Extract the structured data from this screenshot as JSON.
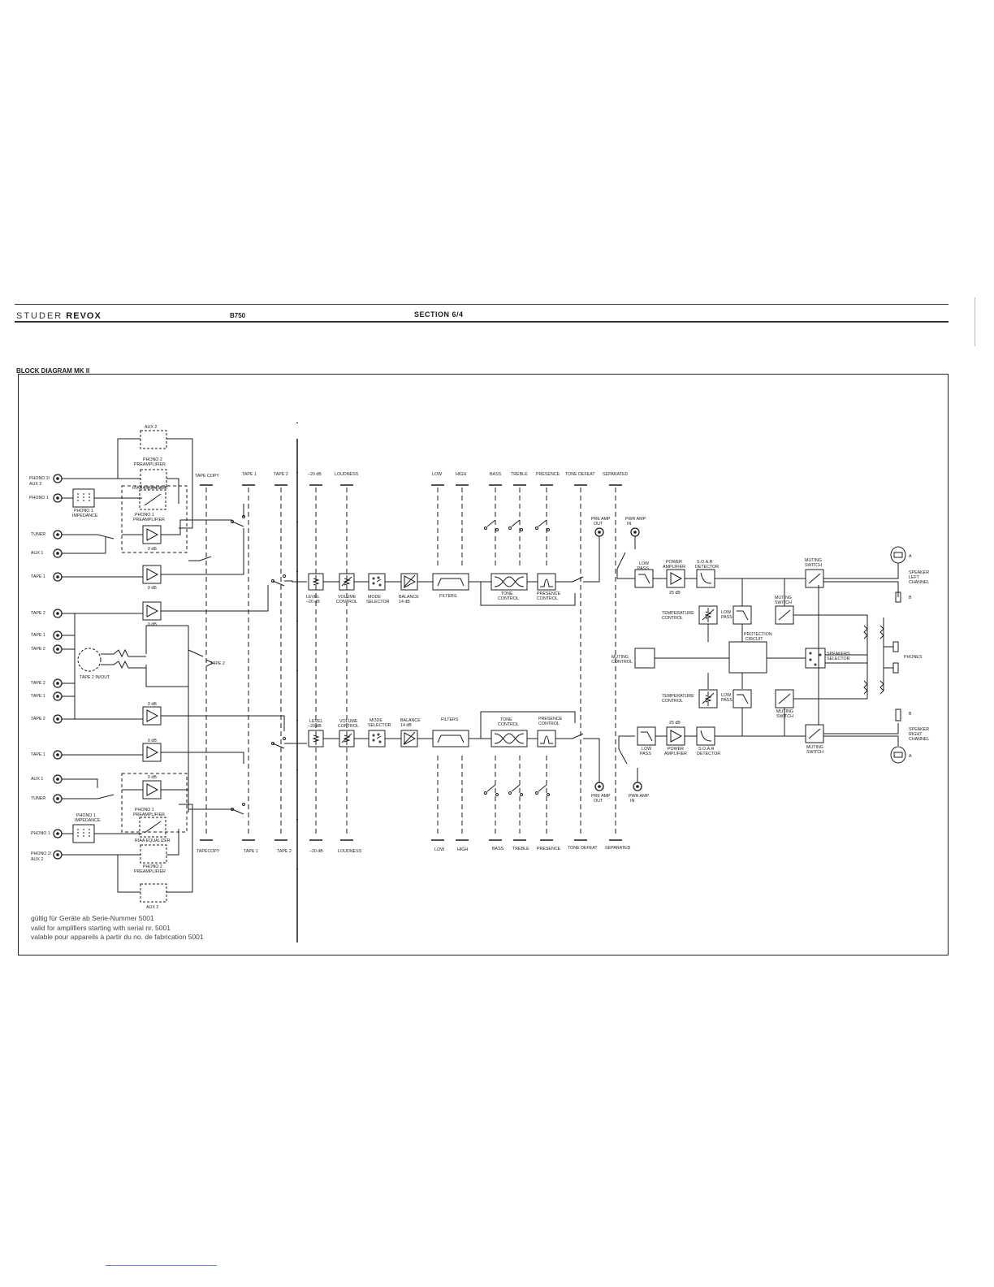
{
  "header": {
    "brand_prefix": "STUDER",
    "brand_name": "REVOX",
    "model": "B750",
    "section": "SECTION 6/4"
  },
  "diagram_title": "BLOCK DIAGRAM MK II",
  "inputs_left": {
    "phono2_aux2": "PHONO 2/",
    "aux2_sub": "AUX 2",
    "phono1": "PHONO 1",
    "tuner": "TUNER",
    "aux1": "AUX 1",
    "tape1": "TAPE 1",
    "tape2": "TAPE 2",
    "tape1_out": "TAPE 1",
    "tape2_out": "TAPE 2",
    "tape2_b": "TAPE 2",
    "tape1_b": "TAPE 1"
  },
  "inputs_right_channel": {
    "tape2": "TAPE 2",
    "tape1": "TAPE 1",
    "aux1": "AUX 1",
    "tuner": "TUNER",
    "phono1": "PHONO 1",
    "phono2_aux2": "PHONO 2/",
    "aux2_sub": "AUX 2"
  },
  "preamp_labels": {
    "aux2": "AUX 2",
    "phono2_pre_1": "PHONO 2",
    "phono2_pre_2": "PREAMPLIFIER",
    "riaa": "RIAA EQUALIZER",
    "phono1_imp_1": "PHONO 1",
    "phono1_imp_2": "IMPEDANCE",
    "phono1_pre_1": "PHONO 1",
    "phono1_pre_2": "PREAMPLIFIER",
    "zero_db": "0 dB",
    "tape2_inout": "TAPE 2 IN/OUT",
    "tape2_switch": "TAPE 2"
  },
  "top_controls": [
    "TAPE COPY",
    "TAPE 1",
    "TAPE 2",
    "–20 dB",
    "LOUDNESS",
    "LOW",
    "HIGH",
    "BASS",
    "TREBLE",
    "PRESENCE",
    "TONE DEFEAT",
    "SEPARATED"
  ],
  "bottom_controls": [
    "TAPECOPY",
    "TAPE 1",
    "TAPE 2",
    "–20 dB",
    "LOUDNESS",
    "LOW",
    "HIGH",
    "BASS",
    "TREBLE",
    "PRESENCE",
    "TONE DEFEAT",
    "SEPARATED"
  ],
  "chain_labels": {
    "level_1": "LEVEL",
    "level_2": "–20 dB",
    "volume_1": "VOLUME",
    "volume_2": "CONTROL",
    "mode_1": "MODE",
    "mode_2": "SELECTOR",
    "balance_1": "BALANCE",
    "balance_2": "14 dB",
    "filters": "FILTERS",
    "tone_1": "TONE",
    "tone_2": "CONTROL",
    "presence_1": "PRESENCE",
    "presence_2": "CONTROL",
    "preamp_out_1": "PRE AMP",
    "preamp_out_2": "OUT",
    "pwramp_in_1": "PWR AMP",
    "pwramp_in_2": "IN"
  },
  "power_labels": {
    "lowpass_1": "LOW",
    "lowpass_2": "PASS",
    "power_amp_1": "POWER",
    "power_amp_2": "AMPLIFIER",
    "gain": "25 dB",
    "soar_1": "S.O.A.R",
    "soar_2": "DETECTOR",
    "muting_switch_1": "MUTING",
    "muting_switch_2": "SWITCH",
    "temp_1": "TEMPERATURE",
    "temp_2": "CONTROL",
    "protection_1": "PROTECTION",
    "protection_2": "CIRCUIT",
    "muting_control_1": "MUTING",
    "muting_control_2": "CONTROL",
    "speakers_sel_1": "SPEAKERS",
    "speakers_sel_2": "SELECTOR",
    "phones": "PHONES",
    "speaker_left_1": "SPEAKER",
    "speaker_left_2": "LEFT",
    "speaker_left_3": "CHANNEL",
    "speaker_right_1": "SPEAKER",
    "speaker_right_2": "RIGHT",
    "speaker_right_3": "CHANNEL",
    "terminal_a": "A",
    "terminal_b": "B"
  },
  "footnotes": [
    "gültig für Geräte ab Serie-Nummer 5001",
    "valid for amplifiers starting with serial nr. 5001",
    "valable pour appareils à partir du no. de fabrication 5001"
  ]
}
